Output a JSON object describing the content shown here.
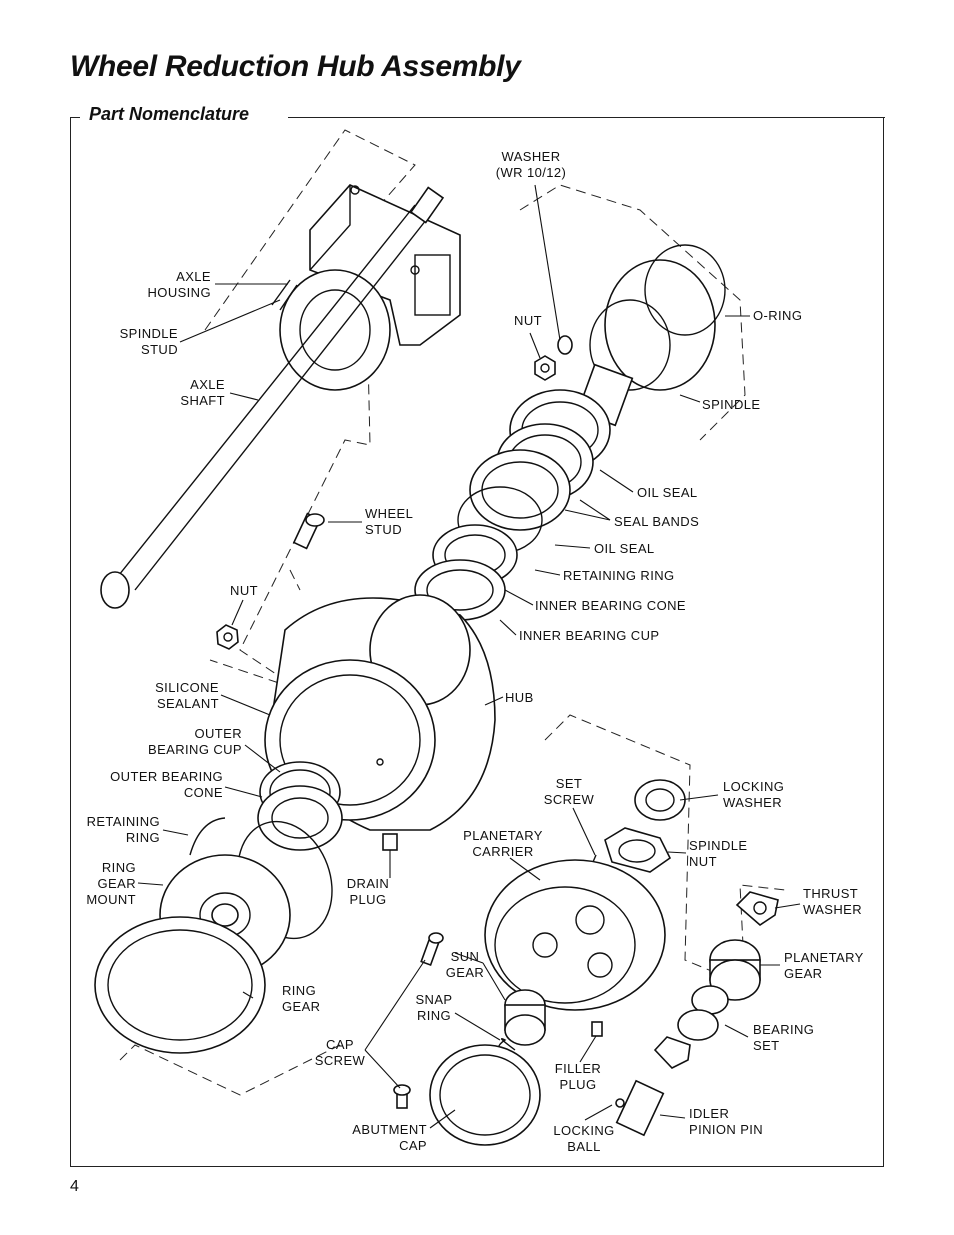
{
  "page": {
    "title": "Wheel Reduction Hub Assembly",
    "subtitle": "Part Nomenclature",
    "page_number": "4"
  },
  "labels": {
    "washer": [
      "WASHER",
      "(WR 10/12)"
    ],
    "axle_housing": [
      "AXLE",
      "HOUSING"
    ],
    "spindle_stud": [
      "SPINDLE",
      "STUD"
    ],
    "axle_shaft": [
      "AXLE",
      "SHAFT"
    ],
    "nut_top": [
      "NUT"
    ],
    "o_ring": [
      "O-RING"
    ],
    "spindle": [
      "SPINDLE"
    ],
    "oil_seal_1": [
      "OIL SEAL"
    ],
    "seal_bands": [
      "SEAL BANDS"
    ],
    "oil_seal_2": [
      "OIL SEAL"
    ],
    "retaining_ring_top": [
      "RETAINING RING"
    ],
    "inner_bearing_cone": [
      "INNER BEARING CONE"
    ],
    "inner_bearing_cup": [
      "INNER BEARING CUP"
    ],
    "wheel_stud": [
      "WHEEL",
      "STUD"
    ],
    "nut_mid": [
      "NUT"
    ],
    "silicone_sealant": [
      "SILICONE",
      "SEALANT"
    ],
    "hub": [
      "HUB"
    ],
    "outer_bearing_cup": [
      "OUTER",
      "BEARING CUP"
    ],
    "outer_bearing_cone": [
      "OUTER BEARING",
      "CONE"
    ],
    "retaining_ring_left": [
      "RETAINING",
      "RING"
    ],
    "ring_gear_mount": [
      "RING",
      "GEAR",
      "MOUNT"
    ],
    "ring_gear": [
      "RING",
      "GEAR"
    ],
    "drain_plug": [
      "DRAIN",
      "PLUG"
    ],
    "set_screw": [
      "SET",
      "SCREW"
    ],
    "locking_washer": [
      "LOCKING",
      "WASHER"
    ],
    "planetary_carrier": [
      "PLANETARY",
      "CARRIER"
    ],
    "spindle_nut": [
      "SPINDLE",
      "NUT"
    ],
    "thrust_washer": [
      "THRUST",
      "WASHER"
    ],
    "sun_gear": [
      "SUN",
      "GEAR"
    ],
    "planetary_gear": [
      "PLANETARY",
      "GEAR"
    ],
    "snap_ring": [
      "SNAP",
      "RING"
    ],
    "bearing_set": [
      "BEARING",
      "SET"
    ],
    "cap_screw": [
      "CAP",
      "SCREW"
    ],
    "filler_plug": [
      "FILLER",
      "PLUG"
    ],
    "abutment_cap": [
      "ABUTMENT",
      "CAP"
    ],
    "locking_ball": [
      "LOCKING",
      "BALL"
    ],
    "idler_pinion_pin": [
      "IDLER",
      "PINION PIN"
    ]
  }
}
